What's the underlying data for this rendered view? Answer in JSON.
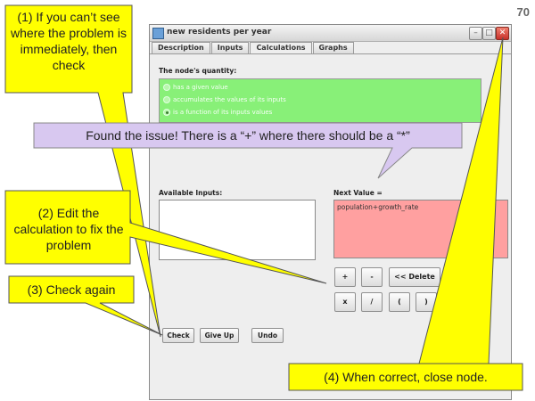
{
  "slide_number": "70",
  "window": {
    "title": "new residents per year",
    "min_symbol": "–",
    "max_symbol": "□",
    "close_symbol": "✕"
  },
  "tabs": [
    "Description",
    "Inputs",
    "Calculations",
    "Graphs"
  ],
  "active_tab": "Calculations",
  "quantity": {
    "label": "The node's quantity:",
    "options": [
      {
        "label": "has a given value",
        "checked": false
      },
      {
        "label": "accumulates the values of its inputs",
        "checked": false
      },
      {
        "label": "is a function of its inputs values",
        "checked": true
      }
    ]
  },
  "available_inputs_label": "Available Inputs:",
  "next_value_label": "Next Value =",
  "next_value_text": "population+growth_rate",
  "calc_buttons": {
    "plus": "+",
    "minus": "-",
    "delete": "<< Delete",
    "times": "x",
    "divide": "/",
    "lparen": "(",
    "rparen": ")"
  },
  "bottom_buttons": {
    "check": "Check",
    "give_up": "Give Up",
    "undo": "Undo"
  },
  "callouts": {
    "c1": "(1) If you can’t see where the problem is immediately, then check",
    "c2": "(2) Edit the calculation to fix the problem",
    "c3": "(3) Check again",
    "c4": "(4) When correct, close node.",
    "found": "Found the issue!  There is a “+” where there should be a “*”"
  },
  "colors": {
    "callout_yellow": "#ffff00",
    "found_callout": "#d8c8f0",
    "green_panel": "#88f078",
    "next_value_bg": "#ffa0a0"
  }
}
